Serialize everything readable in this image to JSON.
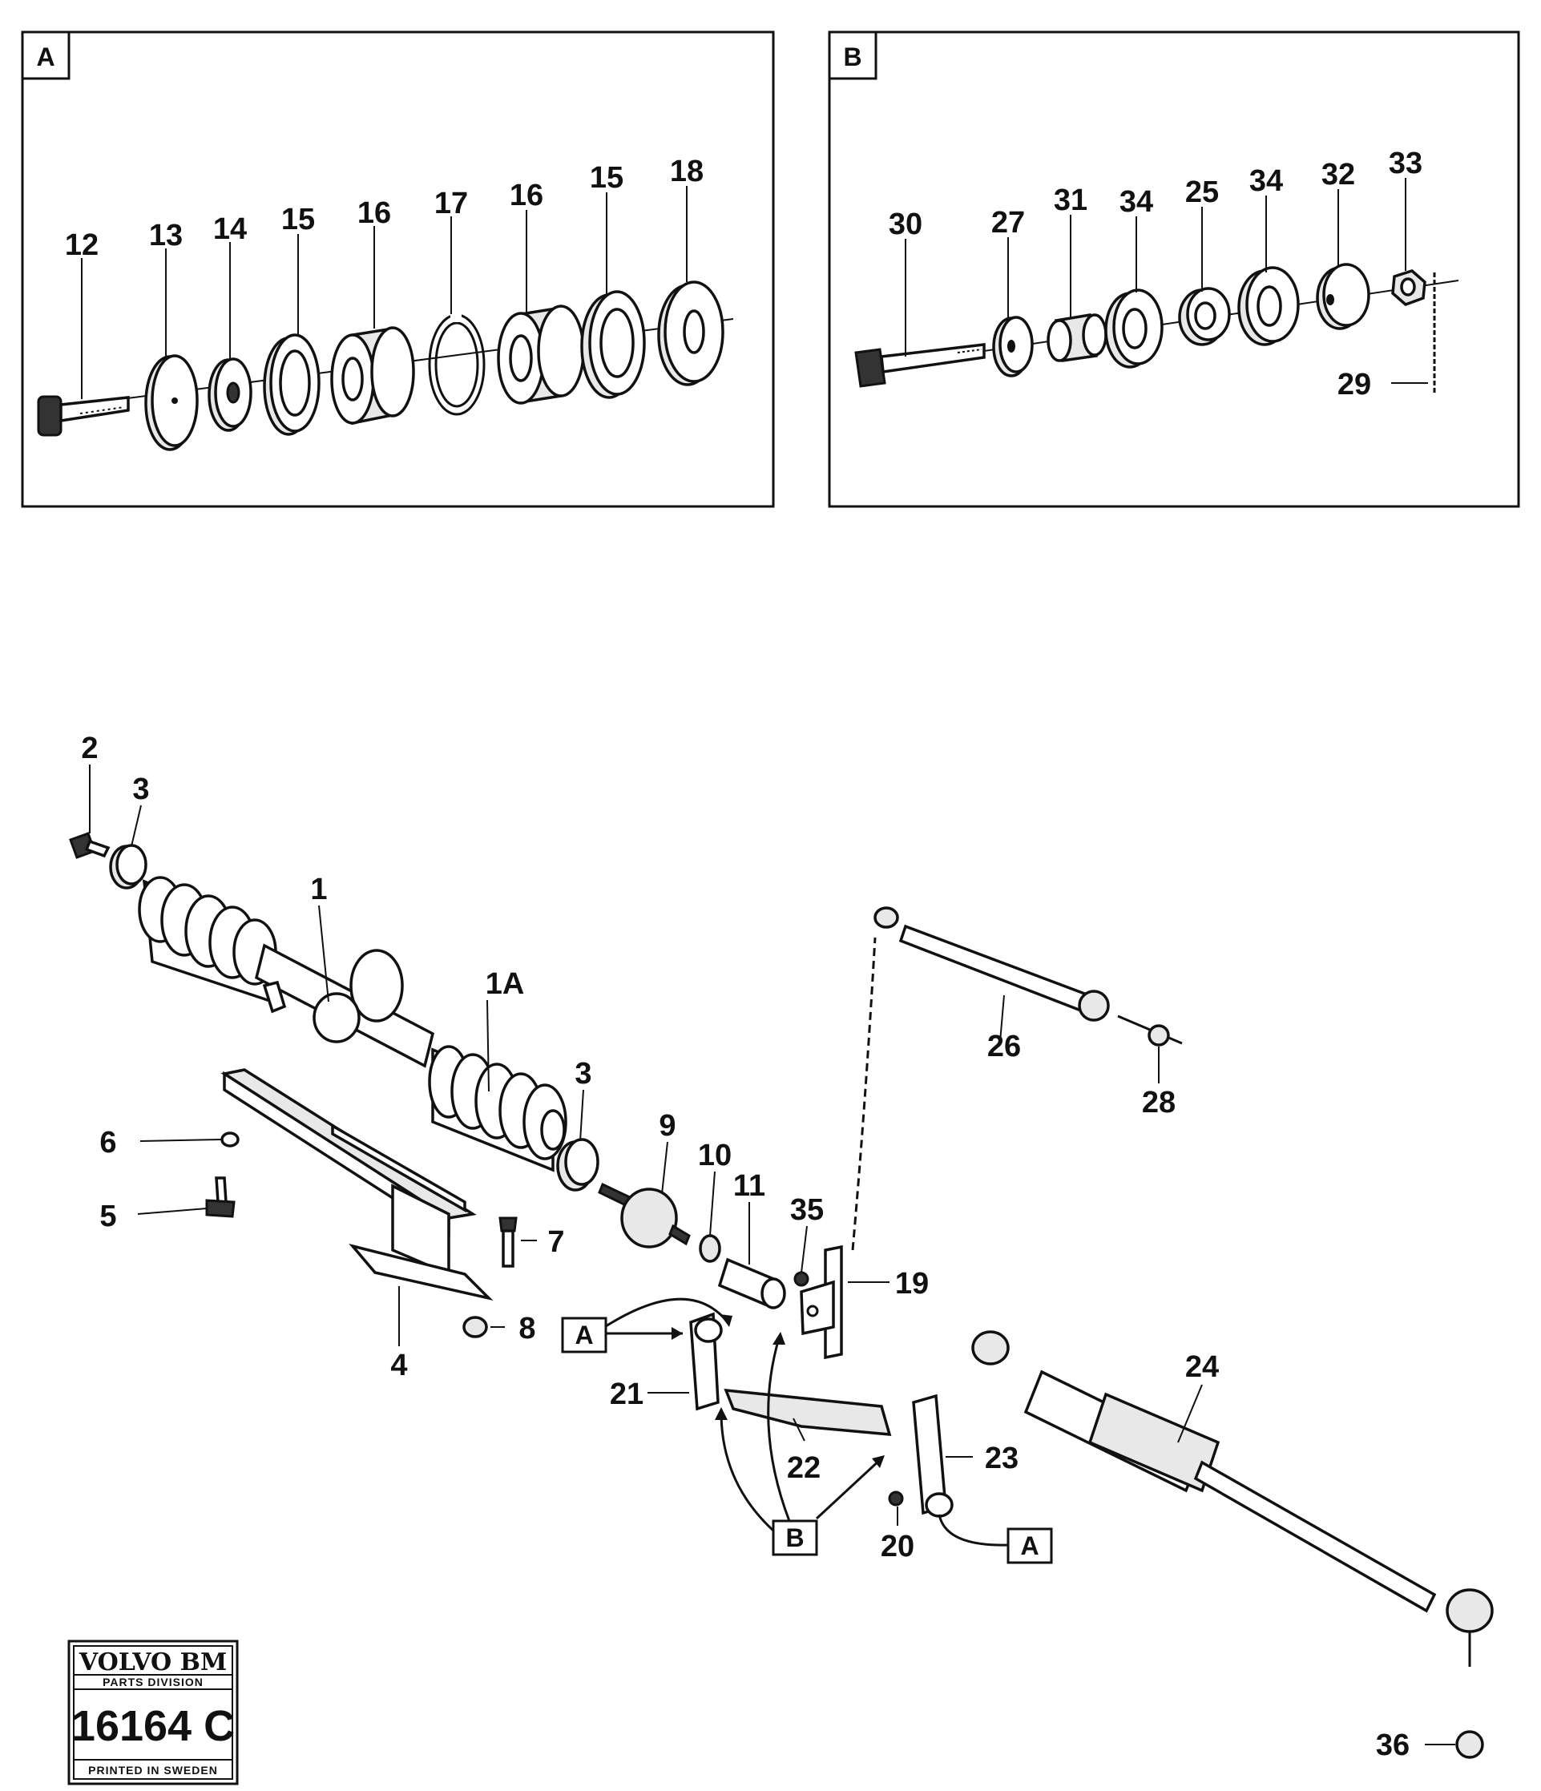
{
  "panels": [
    {
      "label": "A",
      "callouts": [
        "12",
        "13",
        "14",
        "15",
        "16",
        "17",
        "16",
        "15",
        "18"
      ]
    },
    {
      "label": "B",
      "callouts": [
        "30",
        "27",
        "31",
        "34",
        "25",
        "34",
        "32",
        "33",
        "29"
      ]
    }
  ],
  "main_callouts": [
    "2",
    "3",
    "1",
    "1A",
    "3",
    "9",
    "10",
    "11",
    "35",
    "19",
    "26",
    "28",
    "6",
    "5",
    "7",
    "8",
    "4",
    "21",
    "22",
    "23",
    "20",
    "24",
    "36"
  ],
  "references": [
    "A",
    "A",
    "B"
  ],
  "stamp": {
    "brand": "VOLVO BM",
    "division": "PARTS DIVISION",
    "number": "16164 C",
    "printed": "PRINTED IN SWEDEN"
  }
}
